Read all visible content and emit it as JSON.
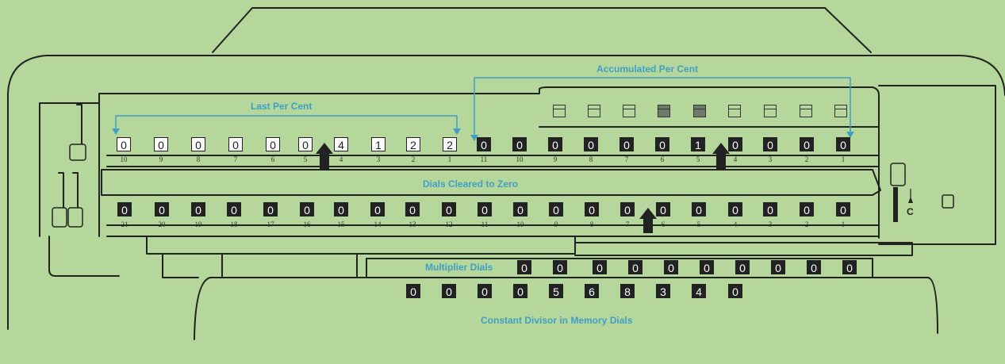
{
  "labels": {
    "accumulated": "Accumulated Per Cent",
    "last": "Last Per Cent",
    "cleared": "Dials Cleared to Zero",
    "multiplier": "Multiplier Dials",
    "divisor": "Constant Divisor in Memory Dials",
    "clear_key": "C"
  },
  "colors": {
    "background": "#b6d79b",
    "label": "#3f9fc4",
    "dial_dark": "#222222",
    "dial_light": "#ffffff"
  },
  "upper_dials": {
    "light_values": [
      "0",
      "0",
      "0",
      "0",
      "0",
      "0",
      "4",
      "1",
      "2",
      "2"
    ],
    "dark_values": [
      "0",
      "0",
      "0",
      "0",
      "0",
      "0",
      "1",
      "0",
      "0",
      "0",
      "0"
    ],
    "light_positions": [
      "10",
      "9",
      "8",
      "7",
      "6",
      "5",
      "4",
      "3",
      "2",
      "1"
    ],
    "dark_positions": [
      "11",
      "10",
      "9",
      "8",
      "7",
      "6",
      "5",
      "4",
      "3",
      "2",
      "1"
    ]
  },
  "lower_dials": {
    "values": [
      "0",
      "0",
      "0",
      "0",
      "0",
      "0",
      "0",
      "0",
      "0",
      "0",
      "0",
      "0",
      "0",
      "0",
      "0",
      "0",
      "0",
      "0",
      "0",
      "0",
      "0"
    ],
    "positions": [
      "21",
      "20",
      "19",
      "18",
      "17",
      "16",
      "15",
      "14",
      "13",
      "12",
      "11",
      "10",
      "9",
      "8",
      "7",
      "6",
      "5",
      "4",
      "3",
      "2",
      "1"
    ]
  },
  "multiplier_dials": {
    "values": [
      "0",
      "0",
      "0",
      "0",
      "0",
      "0",
      "0",
      "0",
      "0",
      "0"
    ]
  },
  "divisor_dials": {
    "values": [
      "0",
      "0",
      "0",
      "0",
      "5",
      "6",
      "8",
      "3",
      "4",
      "0"
    ]
  },
  "register_indicators": {
    "shading": [
      false,
      false,
      false,
      true,
      true,
      false,
      false,
      false,
      false
    ]
  }
}
